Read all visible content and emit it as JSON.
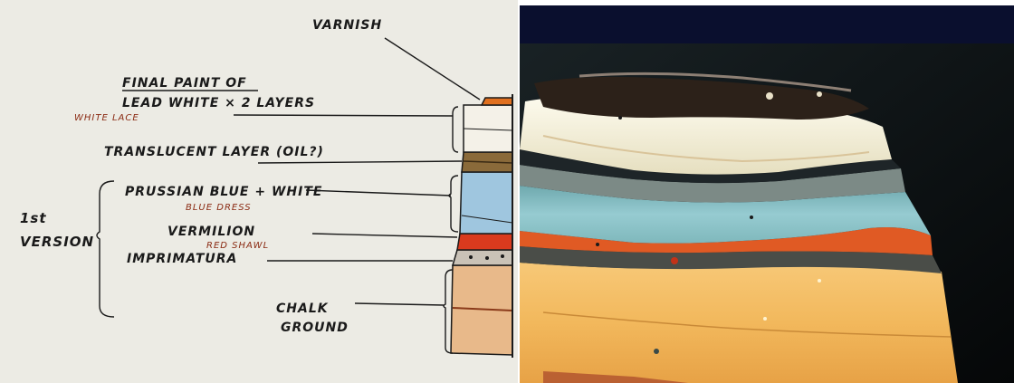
{
  "diagram": {
    "labels": {
      "varnish": "VARNISH",
      "final_paint_line1": "FINAL PAINT OF",
      "final_paint_line2": "LEAD WHITE × 2 LAYERS",
      "white_lace": "WHITE LACE",
      "translucent": "TRANSLUCENT LAYER (OIL?)",
      "prussian": "PRUSSIAN BLUE + WHITE",
      "blue_dress": "BLUE DRESS",
      "vermilion": "VERMILION",
      "red_shawl": "RED SHAWL",
      "imprimatura": "IMPRIMATURA",
      "chalk_line1": "CHALK",
      "chalk_line2": "GROUND",
      "version_line1": "1st",
      "version_line2": "VERSION"
    },
    "colors": {
      "paper": "#ecebe4",
      "ink": "#1a1a1a",
      "annotation": "#8a2a12",
      "varnish": "#e0701f",
      "lead_white": "#f4f1e8",
      "translucent": "#8a6a3a",
      "prussian_blue": "#9fc6df",
      "vermilion": "#d93a1e",
      "chalk": "#e8b98a"
    }
  },
  "photo": {
    "colors": {
      "background": "#0a0f12",
      "top_band": "#0a0f2e",
      "dark_top": "#2c2119",
      "lead_white": "#f3efd6",
      "dark_grey": "#2a3236",
      "grey_green": "#7c8a86",
      "blue": "#8cc2c9",
      "vermilion": "#e05a24",
      "imprimatura": "#4a4d48",
      "chalk": "#f2b85c"
    }
  }
}
